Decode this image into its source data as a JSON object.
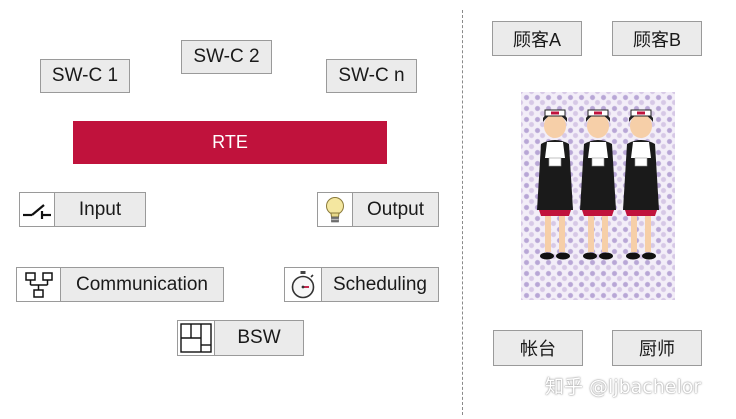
{
  "left": {
    "swc1": "SW-C 1",
    "swc2": "SW-C 2",
    "swcn": "SW-C n",
    "rte": "RTE",
    "input": "Input",
    "output": "Output",
    "communication": "Communication",
    "scheduling": "Scheduling",
    "bsw": "BSW"
  },
  "right": {
    "customer_a": "顾客A",
    "customer_b": "顾客B",
    "cashier": "帐台",
    "chef": "厨师"
  },
  "watermark": "知乎 @ljbachelor",
  "colors": {
    "rte": "#c0123c",
    "box_fill": "#ebebeb",
    "box_border": "#9a9a9a"
  },
  "icons": [
    "switch-icon",
    "lightbulb-icon",
    "network-icon",
    "stopwatch-icon",
    "bsw-block-icon"
  ]
}
